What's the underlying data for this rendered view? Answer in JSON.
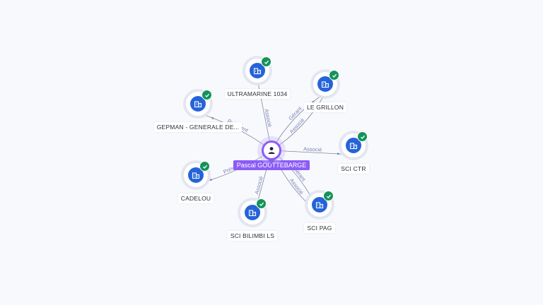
{
  "center": {
    "name": "Pascal GOUTTEBARGE",
    "icon": "person-icon"
  },
  "companies": [
    {
      "id": "ultramarine",
      "name": "ULTRAMARINE 1034",
      "icon": "building-icon",
      "verified": true
    },
    {
      "id": "grillon",
      "name": "LE GRILLON",
      "icon": "building-icon",
      "verified": true
    },
    {
      "id": "gepman",
      "name": "GEPMAN - GENERALE DE...",
      "icon": "building-icon",
      "verified": true
    },
    {
      "id": "scictr",
      "name": "SCI CTR",
      "icon": "building-icon",
      "verified": true
    },
    {
      "id": "cadelou",
      "name": "CADELOU",
      "icon": "building-icon",
      "verified": true
    },
    {
      "id": "scipag",
      "name": "SCI PAG",
      "icon": "building-icon",
      "verified": true
    },
    {
      "id": "scibilimbi",
      "name": "SCI BILIMBI LS",
      "icon": "building-icon",
      "verified": true
    }
  ],
  "relations": [
    {
      "to": "ultramarine",
      "label": "Associé"
    },
    {
      "to": "grillon",
      "label": "Gérant"
    },
    {
      "to": "grillon",
      "label": "Associé"
    },
    {
      "to": "gepman",
      "label": "Président"
    },
    {
      "to": "scictr",
      "label": "Associé"
    },
    {
      "to": "cadelou",
      "label": "Président"
    },
    {
      "to": "scipag",
      "label": "Gérant"
    },
    {
      "to": "scipag",
      "label": "Associé"
    },
    {
      "to": "scibilimbi",
      "label": "Associé"
    }
  ],
  "colors": {
    "person": "#8b5cf6",
    "company": "#2563d8",
    "verified": "#14935a",
    "edge": "#5c627a",
    "edge_label": "#7c82b8"
  }
}
